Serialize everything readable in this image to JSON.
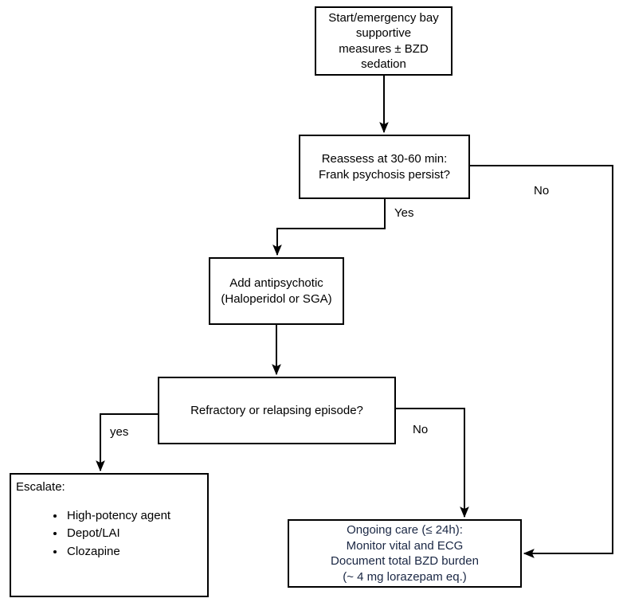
{
  "diagram": {
    "type": "flowchart",
    "colors": {
      "background": "#ffffff",
      "box_border": "#000000",
      "line": "#000000",
      "default_text": "#000000",
      "ongoing_text": "#1a2744"
    },
    "nodes": {
      "start": {
        "text": "Start/emergency bay\nsupportive\nmeasures ± BZD\nsedation"
      },
      "reassess": {
        "text": "Reassess at 30-60 min:\nFrank psychosis persist?"
      },
      "antipsychotic": {
        "text": "Add antipsychotic\n(Haloperidol or SGA)"
      },
      "refractory": {
        "text": "Refractory or relapsing episode?"
      },
      "ongoing": {
        "text": "Ongoing care (≤ 24h):\nMonitor vital and ECG\nDocument total BZD burden\n(~ 4 mg lorazepam eq.)"
      },
      "escalate": {
        "heading": "Escalate:",
        "items": [
          "High-potency agent",
          "Depot/LAI",
          "Clozapine"
        ]
      }
    },
    "edge_labels": {
      "reassess_no": "No",
      "reassess_yes": "Yes",
      "refractory_yes": "yes",
      "refractory_no": "No"
    }
  }
}
